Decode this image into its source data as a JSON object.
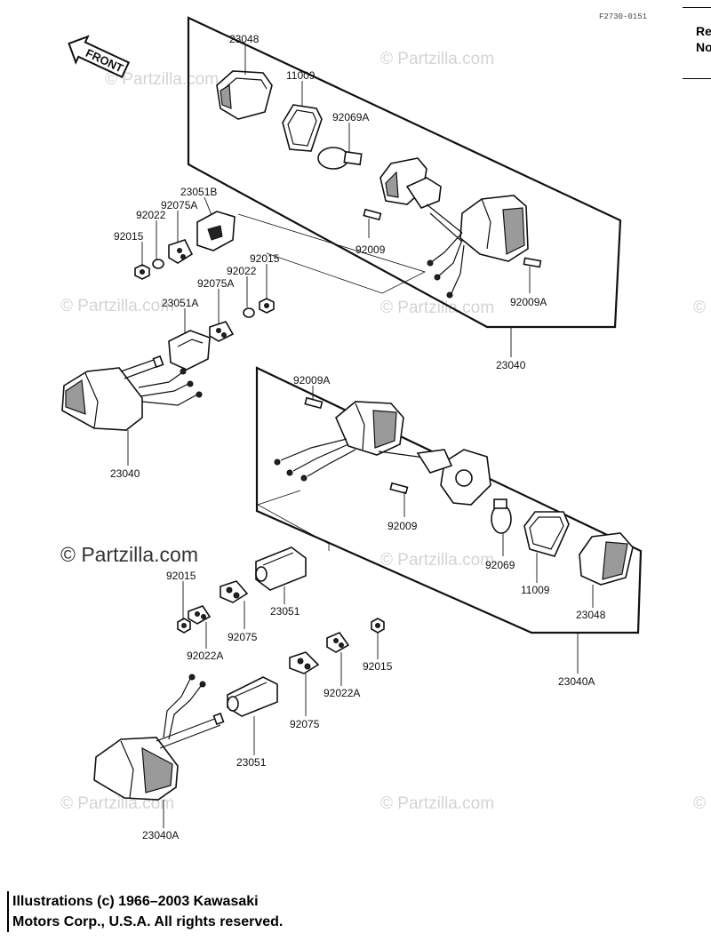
{
  "diagram_code": "F2730-0151",
  "corner_text": [
    "Re",
    "No"
  ],
  "front_label": "FRONT",
  "watermarks": [
    "© Partzilla.com",
    "© Partzilla.com",
    "© Partzilla.com",
    "© Partzilla.com",
    "© Partzilla.com",
    "© Partzilla.com",
    "© Partzilla.com",
    "© Partzilla.com",
    "© Partzilla.com"
  ],
  "watermark_main": "© Partzilla.com",
  "part_labels": [
    "23048",
    "11009",
    "92069A",
    "23051B",
    "92075A",
    "92022",
    "92015",
    "92009",
    "92022",
    "92015",
    "92075A",
    "23051A",
    "92009A",
    "23040",
    "23040",
    "92009A",
    "92009",
    "92069",
    "11009",
    "23048",
    "23040A",
    "92015",
    "92022A",
    "92075",
    "23051",
    "92015",
    "92022A",
    "92075",
    "23051",
    "23040A"
  ],
  "footer": {
    "line1": "Illustrations (c) 1966–2003 Kawasaki",
    "line2": "Motors Corp., U.S.A.  All rights reserved."
  }
}
